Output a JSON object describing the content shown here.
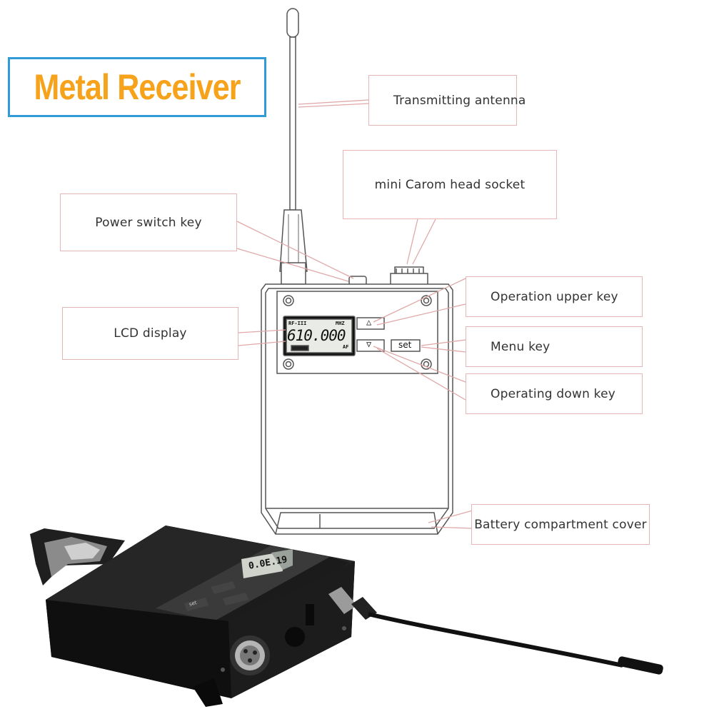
{
  "title": "Metal Receiver",
  "callouts": {
    "antenna": "Transmitting antenna",
    "socket": "mini Carom head socket",
    "power": "Power switch key",
    "lcd": "LCD display",
    "up": "Operation upper key",
    "menu": "Menu key",
    "down": "Operating down key",
    "battery": "Battery compartment cover"
  },
  "device": {
    "lcd_top_left": "RF-III",
    "lcd_top_right": "MHZ",
    "lcd_frequency": "610.000",
    "lcd_af": "AF",
    "up_glyph": "△",
    "down_glyph": "▽",
    "set_label": "set"
  },
  "photo": {
    "lcd_text": "0.0E.19",
    "set_label": "set"
  },
  "colors": {
    "title_text": "#f7a21b",
    "title_border": "#2f9bd8",
    "callout_border": "#e6b5b5",
    "leader_line": "#e0a8a8",
    "device_line": "#444444"
  }
}
